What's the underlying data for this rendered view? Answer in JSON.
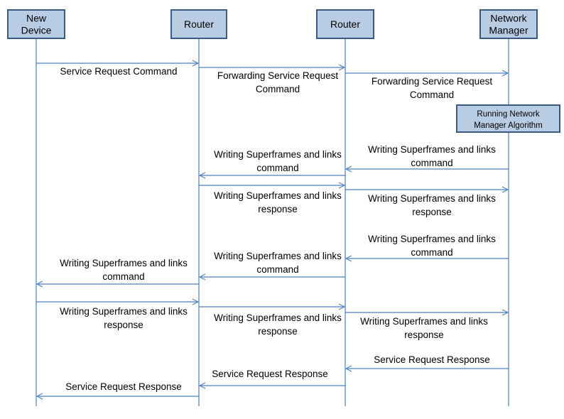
{
  "participants": [
    {
      "id": "new-device",
      "lines": [
        "New",
        "Device"
      ]
    },
    {
      "id": "router-1",
      "lines": [
        "Router"
      ]
    },
    {
      "id": "router-2",
      "lines": [
        "Router"
      ]
    },
    {
      "id": "network-manager",
      "lines": [
        "Network",
        "Manager"
      ]
    }
  ],
  "process_box": {
    "lines": [
      "Running Network",
      "Manager Algorithm"
    ]
  },
  "messages": [
    {
      "from": 0,
      "to": 1,
      "lines": [
        "Service Request Command"
      ]
    },
    {
      "from": 1,
      "to": 2,
      "lines": [
        "Forwarding Service Request",
        "Command"
      ]
    },
    {
      "from": 2,
      "to": 3,
      "lines": [
        "Forwarding Service Request",
        "Command"
      ]
    },
    {
      "from": 3,
      "to": 2,
      "lines": [
        "Writing Superframes and links",
        "command"
      ]
    },
    {
      "from": 2,
      "to": 1,
      "lines": [
        "Writing Superframes and links",
        "command"
      ]
    },
    {
      "from": 1,
      "to": 2,
      "lines": [
        "Writing Superframes and links",
        "response"
      ]
    },
    {
      "from": 2,
      "to": 3,
      "lines": [
        "Writing Superframes and links",
        "response"
      ]
    },
    {
      "from": 3,
      "to": 2,
      "lines": [
        "Writing Superframes and links",
        "command"
      ]
    },
    {
      "from": 2,
      "to": 1,
      "lines": [
        "Writing Superframes and links",
        "command"
      ]
    },
    {
      "from": 1,
      "to": 0,
      "lines": [
        "Writing Superframes and links",
        "command"
      ]
    },
    {
      "from": 0,
      "to": 1,
      "lines": [
        "Writing Superframes and links",
        "response"
      ]
    },
    {
      "from": 1,
      "to": 2,
      "lines": [
        "Writing Superframes and links",
        "response"
      ]
    },
    {
      "from": 2,
      "to": 3,
      "lines": [
        "Writing Superframes and links",
        "response"
      ]
    },
    {
      "from": 3,
      "to": 2,
      "lines": [
        "Service Request Response"
      ]
    },
    {
      "from": 2,
      "to": 1,
      "lines": [
        "Service Request Response"
      ]
    },
    {
      "from": 1,
      "to": 0,
      "lines": [
        "Service Request Response"
      ]
    }
  ],
  "colors": {
    "box_fill": "#b8cce4",
    "box_border": "#3a5a80",
    "lifeline": "#4f81bd",
    "arrow": "#4f81bd",
    "text": "#000000"
  }
}
